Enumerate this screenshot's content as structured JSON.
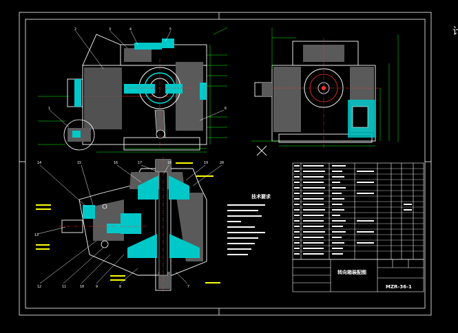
{
  "colors": {
    "background": "#000000",
    "frame": "#ffffff",
    "outline": "#ffffff",
    "hatch": "#00ffff",
    "center": "#ff3333",
    "dimension": "#00ff00",
    "note": "#ffff00"
  },
  "drawing": {
    "title_block_name": "转向箱装配图",
    "drawing_number": "MZR-36-1",
    "notes_title": "技术要求",
    "cut_text": "计"
  },
  "balloons_top": [
    "2",
    "3",
    "4",
    "5",
    "1",
    "6"
  ],
  "balloons_bottom": [
    "14",
    "15",
    "16",
    "17",
    "18",
    "19",
    "20",
    "12",
    "11",
    "10",
    "9",
    "8",
    "7",
    "13"
  ]
}
